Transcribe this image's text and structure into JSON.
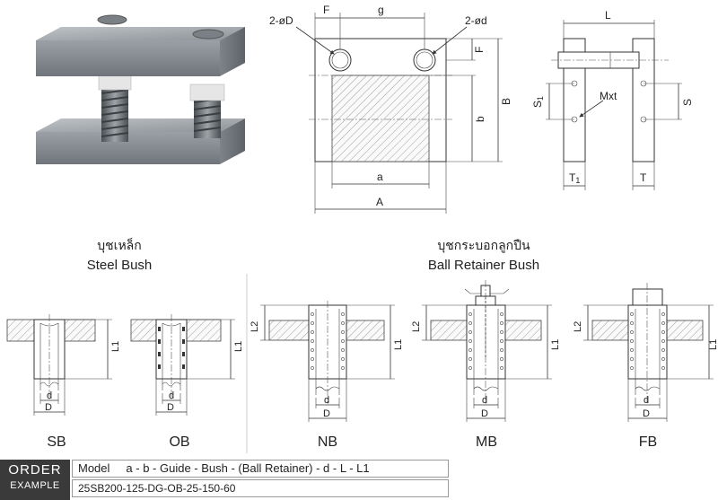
{
  "top_view": {
    "dims": {
      "F": "F",
      "g": "g",
      "dD": "2-øD",
      "dd": "2-ød",
      "F2": "F",
      "B": "B",
      "b": "b",
      "a": "a",
      "A": "A"
    }
  },
  "side_view": {
    "dims": {
      "L": "L",
      "S1": "S",
      "S1sub": "1",
      "Mxt": "Mxt",
      "S": "S",
      "T1": "T",
      "T1sub": "1",
      "T": "T"
    }
  },
  "sections": {
    "steel": {
      "thai": "บุชเหล็ก",
      "title": "Steel Bush"
    },
    "ball": {
      "thai": "บุชกระบอกลูกปืน",
      "title": "Ball Retainer Bush"
    }
  },
  "bushes": [
    {
      "code": "SB",
      "L1": "L1",
      "d": "d",
      "D": "D"
    },
    {
      "code": "OB",
      "L1": "L1",
      "d": "d",
      "D": "D"
    },
    {
      "code": "NB",
      "L1": "L1",
      "L2": "L2",
      "d": "d",
      "D": "D"
    },
    {
      "code": "MB",
      "L1": "L1",
      "L2": "L2",
      "d": "d",
      "D": "D"
    },
    {
      "code": "FB",
      "L1": "L1",
      "L2": "L2",
      "d": "d",
      "D": "D"
    }
  ],
  "order": {
    "title": "ORDER",
    "subtitle": "EXAMPLE",
    "model_label": "Model",
    "model_format": "a - b - Guide - Bush - (Ball Retainer) - d - L - L1",
    "example": "25SB200-125-DG-OB-25-150-60"
  }
}
